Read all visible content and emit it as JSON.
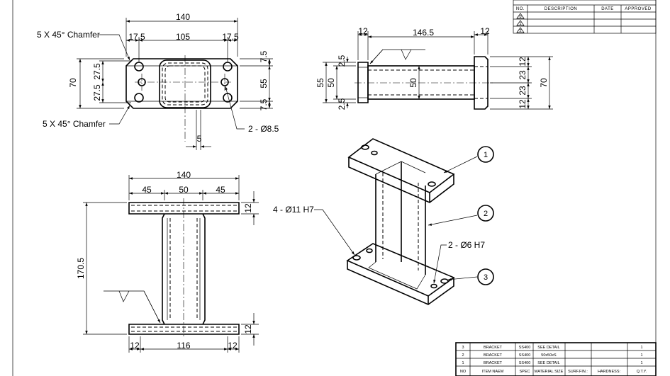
{
  "revision_table": {
    "headers": [
      "NO.",
      "DESCRIPTION",
      "DATE",
      "APPROVED"
    ],
    "marks": [
      "0",
      "1",
      "2"
    ]
  },
  "top_view": {
    "chamfer_top": "5 X 45°  Chamfer",
    "chamfer_bottom": "5 X 45°  Chamfer",
    "width_overall": "140",
    "edge_left": "17.5",
    "hole_spacing": "105",
    "edge_right": "17.5",
    "height_overall": "70",
    "half_upper": "27.5",
    "half_lower": "27.5",
    "right_top": "7.5",
    "right_mid": "55",
    "right_bottom": "7.5",
    "slot_width": "5",
    "hole_callout": "2 - Ø8.5"
  },
  "side_view": {
    "length": "146.5",
    "flange_left": "12",
    "flange_right": "12",
    "left_outer": "55",
    "left_inner": "50",
    "left_top": "2.5",
    "left_bottom": "2.5",
    "tube": "50",
    "right_outer": "70",
    "right_top": "12",
    "right_upper": "23",
    "right_lower": "23",
    "right_bottom": "12"
  },
  "front_view": {
    "width_overall": "140",
    "seg_left": "45",
    "seg_mid": "50",
    "seg_right": "45",
    "height": "170.5",
    "flange_top": "12",
    "flange_bottom": "12",
    "bottom_left": "12",
    "bottom_mid": "116",
    "bottom_right": "12"
  },
  "iso_view": {
    "callout_holes": "4 - Ø11 H7",
    "callout_pins": "2 - Ø6 H7",
    "balloons": [
      "1",
      "2",
      "3"
    ]
  },
  "bom": {
    "headers": [
      "NO",
      "ITEM NAEM",
      "SPEC",
      "MATERIAL SIZE",
      "SURF.FIN.:",
      "HARDNESS:",
      "Q.T.Y."
    ],
    "rows": [
      {
        "no": "3",
        "item": "BRACKET",
        "spec": "SS400",
        "size": "SEE DETAIL",
        "qty": "1"
      },
      {
        "no": "2",
        "item": "BRACKET",
        "spec": "SS400",
        "size": "50x50xS",
        "qty": "1"
      },
      {
        "no": "1",
        "item": "BRACKET",
        "spec": "SS400",
        "size": "SEE DETAIL",
        "qty": "1"
      }
    ]
  }
}
